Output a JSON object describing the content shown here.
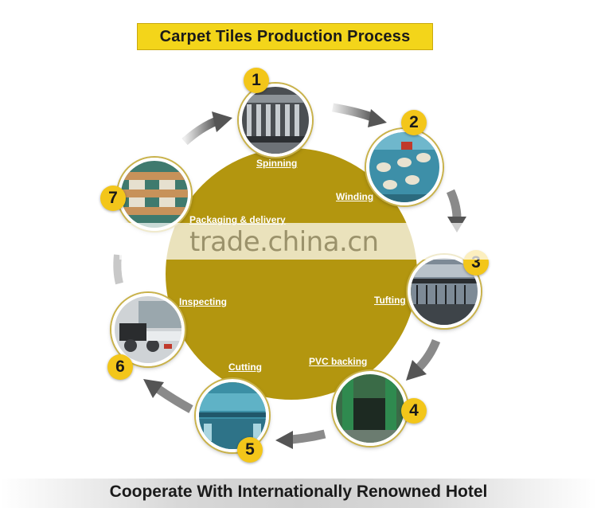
{
  "title": "Carpet Tiles Production Process",
  "footer": "Cooperate With Internationally Renowned Hotel",
  "watermark": "trade.china.cn",
  "steps": [
    {
      "number": "1",
      "label": "Spinning"
    },
    {
      "number": "2",
      "label": "Winding"
    },
    {
      "number": "3",
      "label": "Tufting"
    },
    {
      "number": "4",
      "label": "PVC backing"
    },
    {
      "number": "5",
      "label": "Cutting"
    },
    {
      "number": "6",
      "label": "Inspecting"
    },
    {
      "number": "7",
      "label": "Packaging & delivery"
    }
  ],
  "colors": {
    "disc": "#b3960f",
    "badge": "#f3c61a",
    "title_box": "#f3d51a",
    "arrow": "#555555"
  }
}
